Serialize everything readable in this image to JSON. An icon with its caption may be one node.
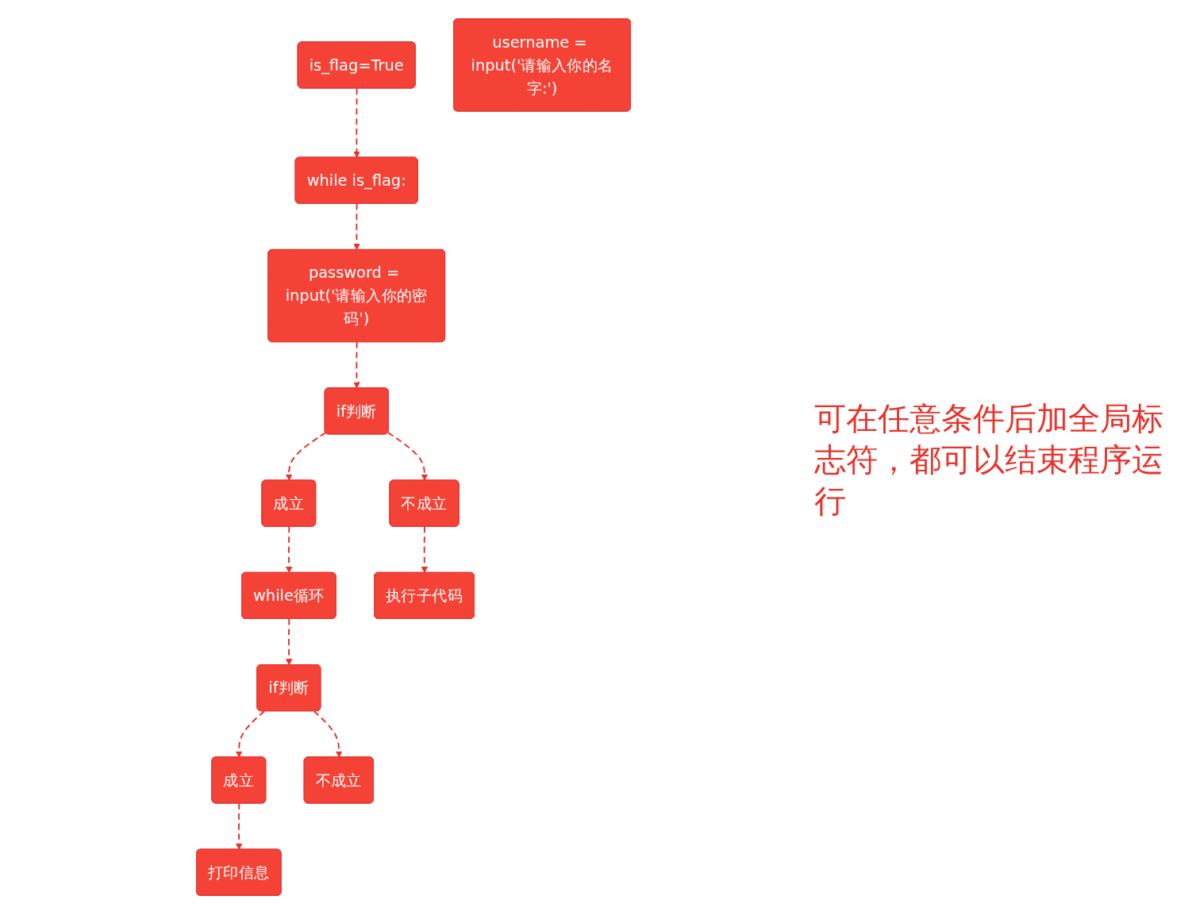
{
  "diagram": {
    "nodes": [
      {
        "text": [
          "is_flag=True"
        ]
      },
      {
        "text": [
          "while is_flag:"
        ]
      },
      {
        "text": [
          "username = input('请输入你的名字:')"
        ]
      },
      {
        "text": [
          "password = input('请输入你的密码')"
        ]
      },
      {
        "text": [
          "if判断"
        ]
      },
      {
        "text": [
          "成立"
        ]
      },
      {
        "text": [
          "不成立"
        ]
      },
      {
        "text": [
          "while循环"
        ]
      },
      {
        "text": [
          "执行子代码"
        ]
      },
      {
        "text": [
          "if判断"
        ]
      },
      {
        "text": [
          "成立"
        ]
      },
      {
        "text": [
          "不成立"
        ]
      },
      {
        "text": [
          "打印信息"
        ]
      }
    ],
    "edges": [
      {
        "from": 0,
        "to": 1,
        "arrow": "to",
        "style": "dashed"
      },
      {
        "from": 1,
        "to": 3,
        "arrow": "to",
        "style": "dashed"
      },
      {
        "from": 3,
        "to": 4,
        "arrow": "to",
        "style": "dashed"
      },
      {
        "from": 4,
        "to": 5,
        "arrow": "to",
        "style": "dashed"
      },
      {
        "from": 4,
        "to": 6,
        "arrow": "to",
        "style": "dashed"
      },
      {
        "from": 5,
        "to": 7,
        "arrow": "to",
        "style": "dashed"
      },
      {
        "from": 6,
        "to": 8,
        "arrow": "to",
        "style": "dashed"
      },
      {
        "from": 7,
        "to": 9,
        "arrow": "to",
        "style": "dashed"
      },
      {
        "from": 9,
        "to": 10,
        "arrow": "to",
        "style": "dashed"
      },
      {
        "from": 9,
        "to": 11,
        "arrow": "to",
        "style": "dashed"
      },
      {
        "from": 10,
        "to": 12,
        "arrow": "to",
        "style": "dashed"
      }
    ],
    "labels": [
      "可在任意条件后加全局标志符，都可以结束程序运行"
    ]
  }
}
